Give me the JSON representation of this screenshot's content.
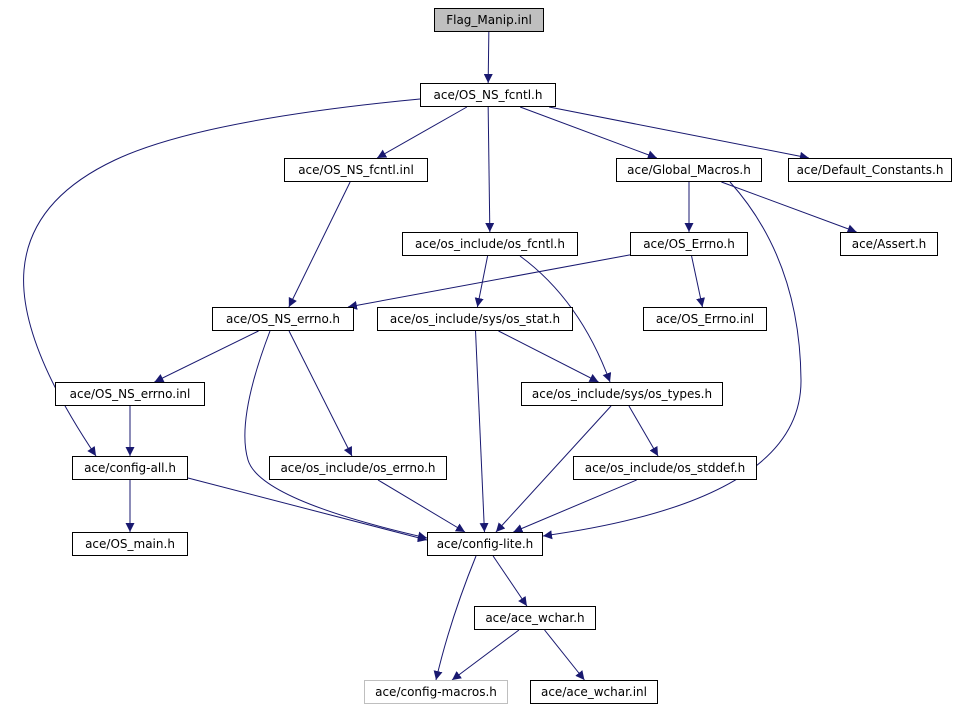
{
  "diagram": {
    "type": "include-dependency-graph",
    "colors": {
      "edge": "#191970",
      "root_fill": "#bfbfbf",
      "node_border": "#000000",
      "external_border": "#bfbfbf"
    },
    "nodes": [
      {
        "id": "flag_manip_inl",
        "label": "Flag_Manip.inl",
        "root": true
      },
      {
        "id": "os_ns_fcntl_h",
        "label": "ace/OS_NS_fcntl.h"
      },
      {
        "id": "os_ns_fcntl_inl",
        "label": "ace/OS_NS_fcntl.inl"
      },
      {
        "id": "global_macros_h",
        "label": "ace/Global_Macros.h"
      },
      {
        "id": "default_constants_h",
        "label": "ace/Default_Constants.h"
      },
      {
        "id": "os_include_os_fcntl_h",
        "label": "ace/os_include/os_fcntl.h"
      },
      {
        "id": "os_errno_h",
        "label": "ace/OS_Errno.h"
      },
      {
        "id": "assert_h",
        "label": "ace/Assert.h"
      },
      {
        "id": "os_ns_errno_h",
        "label": "ace/OS_NS_errno.h"
      },
      {
        "id": "sys_os_stat_h",
        "label": "ace/os_include/sys/os_stat.h"
      },
      {
        "id": "os_errno_inl",
        "label": "ace/OS_Errno.inl"
      },
      {
        "id": "os_ns_errno_inl",
        "label": "ace/OS_NS_errno.inl"
      },
      {
        "id": "sys_os_types_h",
        "label": "ace/os_include/sys/os_types.h"
      },
      {
        "id": "config_all_h",
        "label": "ace/config-all.h"
      },
      {
        "id": "os_include_os_errno_h",
        "label": "ace/os_include/os_errno.h"
      },
      {
        "id": "os_stddef_h",
        "label": "ace/os_include/os_stddef.h"
      },
      {
        "id": "os_main_h",
        "label": "ace/OS_main.h"
      },
      {
        "id": "config_lite_h",
        "label": "ace/config-lite.h"
      },
      {
        "id": "ace_wchar_h",
        "label": "ace/ace_wchar.h"
      },
      {
        "id": "config_macros_h",
        "label": "ace/config-macros.h",
        "external": true
      },
      {
        "id": "ace_wchar_inl",
        "label": "ace/ace_wchar.inl"
      }
    ],
    "edges": [
      [
        "flag_manip_inl",
        "os_ns_fcntl_h"
      ],
      [
        "os_ns_fcntl_h",
        "os_ns_fcntl_inl"
      ],
      [
        "os_ns_fcntl_h",
        "os_include_os_fcntl_h"
      ],
      [
        "os_ns_fcntl_h",
        "global_macros_h"
      ],
      [
        "os_ns_fcntl_h",
        "default_constants_h"
      ],
      [
        "os_ns_fcntl_h",
        "config_all_h"
      ],
      [
        "os_ns_fcntl_inl",
        "os_ns_errno_h"
      ],
      [
        "global_macros_h",
        "os_errno_h"
      ],
      [
        "global_macros_h",
        "assert_h"
      ],
      [
        "global_macros_h",
        "config_lite_h"
      ],
      [
        "os_include_os_fcntl_h",
        "sys_os_stat_h"
      ],
      [
        "os_include_os_fcntl_h",
        "sys_os_types_h"
      ],
      [
        "os_errno_h",
        "os_ns_errno_h"
      ],
      [
        "os_errno_h",
        "os_errno_inl"
      ],
      [
        "os_ns_errno_h",
        "os_ns_errno_inl"
      ],
      [
        "os_ns_errno_h",
        "os_include_os_errno_h"
      ],
      [
        "os_ns_errno_h",
        "config_lite_h"
      ],
      [
        "sys_os_stat_h",
        "sys_os_types_h"
      ],
      [
        "sys_os_stat_h",
        "config_lite_h"
      ],
      [
        "os_ns_errno_inl",
        "config_all_h"
      ],
      [
        "sys_os_types_h",
        "os_stddef_h"
      ],
      [
        "sys_os_types_h",
        "config_lite_h"
      ],
      [
        "config_all_h",
        "os_main_h"
      ],
      [
        "config_all_h",
        "config_lite_h"
      ],
      [
        "os_include_os_errno_h",
        "config_lite_h"
      ],
      [
        "os_stddef_h",
        "config_lite_h"
      ],
      [
        "config_lite_h",
        "ace_wchar_h"
      ],
      [
        "config_lite_h",
        "config_macros_h"
      ],
      [
        "ace_wchar_h",
        "config_macros_h"
      ],
      [
        "ace_wchar_h",
        "ace_wchar_inl"
      ]
    ]
  }
}
